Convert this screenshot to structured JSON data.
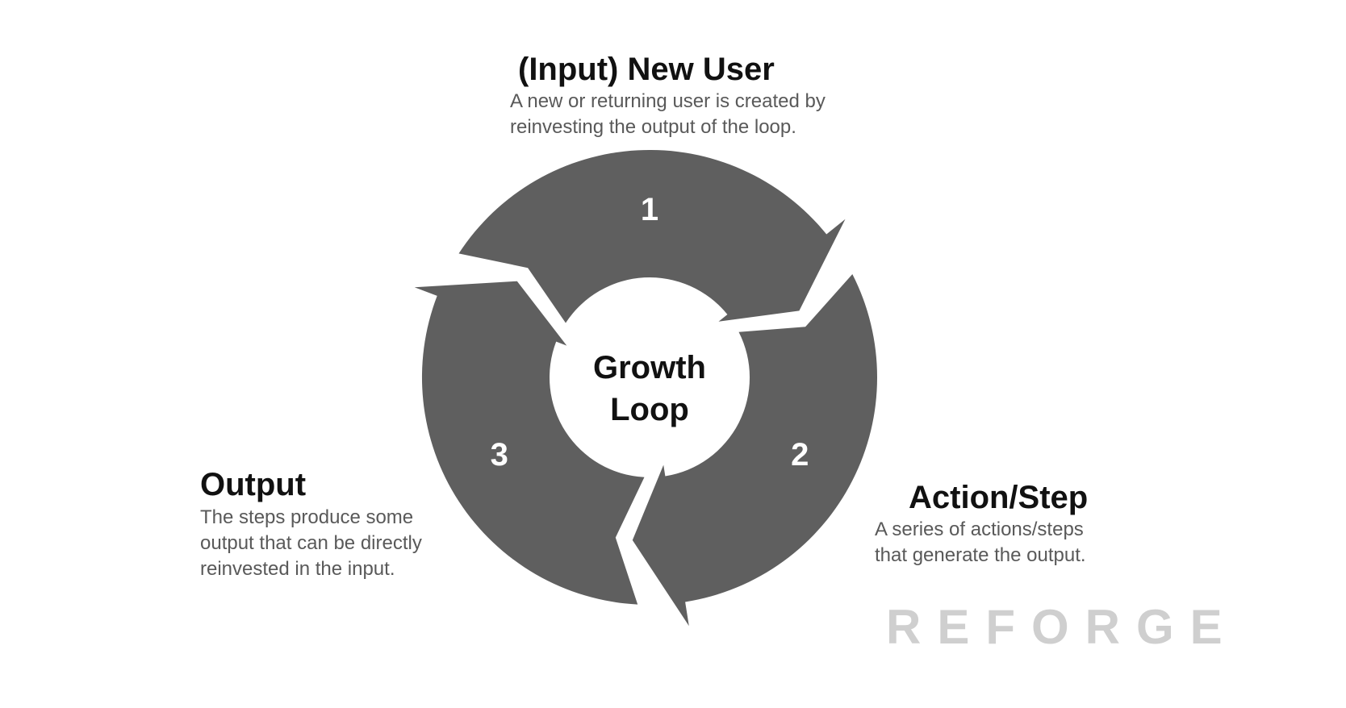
{
  "colors": {
    "ring": "#5f5f5f",
    "gap": "#ffffff",
    "step_number": "#ffffff",
    "brand": "#cfcfcf"
  },
  "ring": {
    "segments": [
      {
        "step": "1"
      },
      {
        "step": "2"
      },
      {
        "step": "3"
      }
    ]
  },
  "center": {
    "label": "Growth\nLoop"
  },
  "input": {
    "title": "(Input) New User",
    "description": "A new or returning user is created by\nreinvesting the output of the loop."
  },
  "action": {
    "title": "Action/Step",
    "description": "A series of actions/steps\nthat generate the output."
  },
  "output": {
    "title": "Output",
    "description": "The steps produce some\noutput that can be directly\nreinvested in the input."
  },
  "brand": {
    "name": "REFORGE"
  }
}
